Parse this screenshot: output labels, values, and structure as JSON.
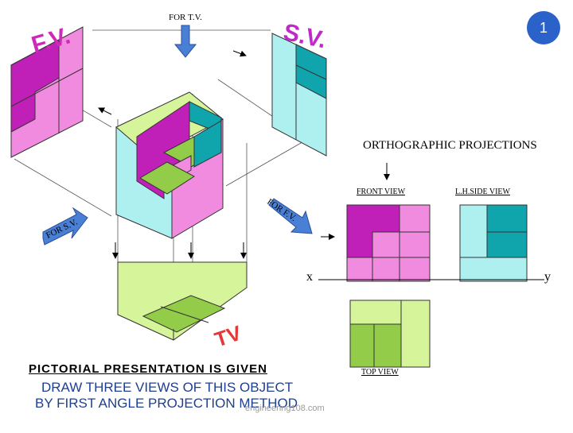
{
  "slide_number": "1",
  "labels": {
    "for_tv": "FOR T.V.",
    "fv_hand": "F.V.",
    "sv_hand": "S.V.",
    "for_fv": "FOR F.V.",
    "for_sv": "FOR S.V.",
    "tv_hand": "TV",
    "x": "x",
    "y": "y"
  },
  "orthographic": {
    "title": "ORTHOGRAPHIC PROJECTIONS",
    "front_view": "FRONT VIEW",
    "lh_side_view": "L.H.SIDE VIEW",
    "top_view": "TOP VIEW"
  },
  "text": {
    "heading": "PICTORIAL PRESENTATION IS GIVEN",
    "line1": "DRAW THREE VIEWS OF THIS OBJECT",
    "line2": "BY FIRST ANGLE PROJECTION METHOD",
    "watermark": "engineering108.com"
  },
  "colors": {
    "magenta": "#c020b8",
    "pink": "#f08be0",
    "cyan": "#aef0f0",
    "teal": "#10a4ac",
    "light_green": "#d6f59a",
    "green": "#92cc48",
    "arrow_blue": "#4a7fd6",
    "badge": "#2a62c9"
  }
}
